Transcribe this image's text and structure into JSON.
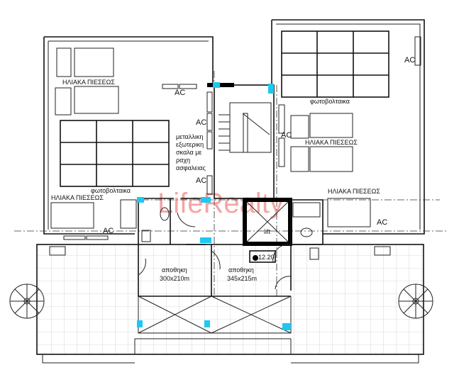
{
  "labels": {
    "solar_heater": "ΗΛΙΑΚΑ ΠΙΕΣΕΩΣ",
    "photovoltaics": "φωτοβολταικα",
    "ac": "AC",
    "stair_note": [
      "μεταλλικη",
      "εξωτερικη",
      "σκαλα με",
      "ραχη",
      "ασφαλειας"
    ],
    "lift": "lift",
    "storage_left": {
      "name": "αποθηκη",
      "size": "300x210m"
    },
    "storage_right": {
      "name": "αποθηκη",
      "size": "345x215m"
    },
    "level": "12.20"
  },
  "watermark": "LifeRealty",
  "colors": {
    "column": "#1ec8f0",
    "watermark": "#f08080",
    "walls": "#000000"
  }
}
